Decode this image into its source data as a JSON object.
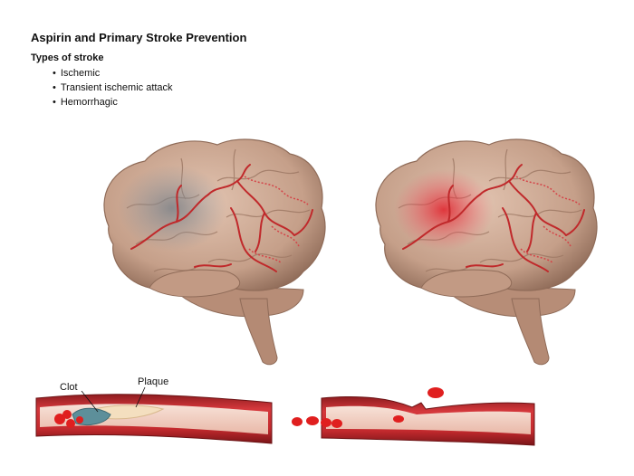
{
  "title": "Aspirin and Primary Stroke Prevention",
  "subtitle": "Types of stroke",
  "stroke_types": [
    "Ischemic",
    "Transient ischemic attack",
    "Hemorrhagic"
  ],
  "labels": {
    "clot": "Clot",
    "plaque": "Plaque"
  },
  "colors": {
    "brain": "#c9a58f",
    "brain_shadow": "#9c7763",
    "artery": "#c0292b",
    "ischemic_region": "#8a8f96",
    "hemorrhage_region": "#e0404a",
    "vessel_wall": "#b9282c",
    "vessel_lumen": "#f2d3c7",
    "plaque": "#f4dfbf",
    "clot": "#5d8f9a",
    "blood_cell": "#e01f1f"
  }
}
